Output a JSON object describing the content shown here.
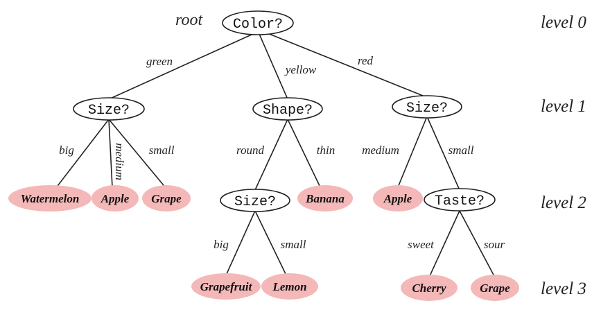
{
  "root_label": "root",
  "levels": [
    "level 0",
    "level 1",
    "level 2",
    "level 3"
  ],
  "nodes": [
    {
      "id": "color",
      "label": "Color?",
      "kind": "question"
    },
    {
      "id": "size_green",
      "label": "Size?",
      "kind": "question"
    },
    {
      "id": "shape",
      "label": "Shape?",
      "kind": "question"
    },
    {
      "id": "size_red",
      "label": "Size?",
      "kind": "question"
    },
    {
      "id": "watermelon",
      "label": "Watermelon",
      "kind": "leaf"
    },
    {
      "id": "apple_green",
      "label": "Apple",
      "kind": "leaf"
    },
    {
      "id": "grape_green",
      "label": "Grape",
      "kind": "leaf"
    },
    {
      "id": "size_round",
      "label": "Size?",
      "kind": "question"
    },
    {
      "id": "banana",
      "label": "Banana",
      "kind": "leaf"
    },
    {
      "id": "apple_red",
      "label": "Apple",
      "kind": "leaf"
    },
    {
      "id": "taste",
      "label": "Taste?",
      "kind": "question"
    },
    {
      "id": "grapefruit",
      "label": "Grapefruit",
      "kind": "leaf"
    },
    {
      "id": "lemon",
      "label": "Lemon",
      "kind": "leaf"
    },
    {
      "id": "cherry",
      "label": "Cherry",
      "kind": "leaf"
    },
    {
      "id": "grape_red",
      "label": "Grape",
      "kind": "leaf"
    }
  ],
  "edges": [
    {
      "from": "color",
      "to": "size_green",
      "label": "green"
    },
    {
      "from": "color",
      "to": "shape",
      "label": "yellow"
    },
    {
      "from": "color",
      "to": "size_red",
      "label": "red"
    },
    {
      "from": "size_green",
      "to": "watermelon",
      "label": "big"
    },
    {
      "from": "size_green",
      "to": "apple_green",
      "label": "medium"
    },
    {
      "from": "size_green",
      "to": "grape_green",
      "label": "small"
    },
    {
      "from": "shape",
      "to": "size_round",
      "label": "round"
    },
    {
      "from": "shape",
      "to": "banana",
      "label": "thin"
    },
    {
      "from": "size_red",
      "to": "apple_red",
      "label": "medium"
    },
    {
      "from": "size_red",
      "to": "taste",
      "label": "small"
    },
    {
      "from": "size_round",
      "to": "grapefruit",
      "label": "big"
    },
    {
      "from": "size_round",
      "to": "lemon",
      "label": "small"
    },
    {
      "from": "taste",
      "to": "cherry",
      "label": "sweet"
    },
    {
      "from": "taste",
      "to": "grape_red",
      "label": "sour"
    }
  ],
  "colors": {
    "leaf_fill": "#f4b8b8",
    "line": "#222222"
  }
}
